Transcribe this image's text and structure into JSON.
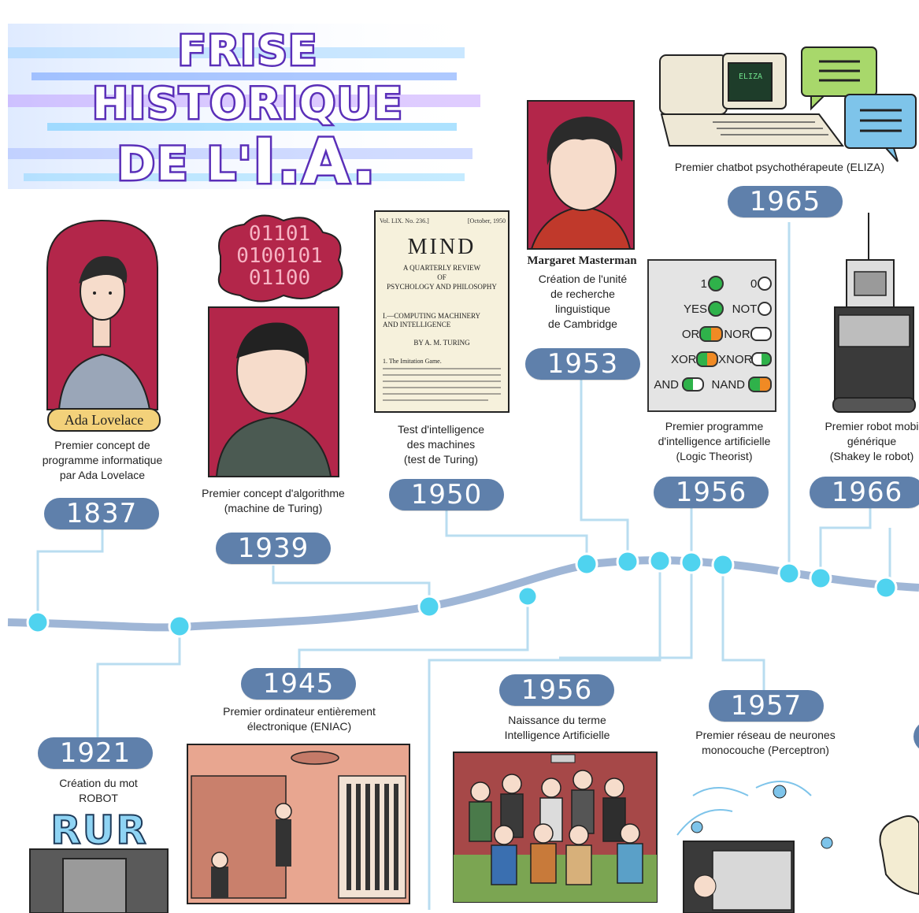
{
  "title": {
    "line1": "FRISE",
    "line2": "HISTORIQUE",
    "line3a": "DE L'",
    "line3b": "I.A."
  },
  "colors": {
    "timeline": "#9fb6d6",
    "node": "#4fd3ef",
    "connector": "#b9ddf0",
    "pill": "#5f80ab",
    "portrait_bg": "#b3264a"
  },
  "events": [
    {
      "year": "1837",
      "caption": "Premier concept de\nprogramme informatique\npar Ada Lovelace",
      "name_tag": "Ada Lovelace"
    },
    {
      "year": "1939",
      "caption": "Premier concept d'algorithme\n(machine de Turing)",
      "binary": [
        "01101",
        "0100101",
        "01100"
      ]
    },
    {
      "year": "1950",
      "caption": "Test d'intelligence\ndes machines\n(test de Turing)",
      "paper": {
        "vol": "Vol. LIX. No. 236.]",
        "date": "[October, 1950",
        "title": "MIND",
        "sub": "A QUARTERLY REVIEW\nOF\nPSYCHOLOGY AND PHILOSOPHY",
        "article": "I.—COMPUTING MACHINERY\nAND INTELLIGENCE",
        "author": "BY A. M. TURING",
        "section": "1. The Imitation Game."
      }
    },
    {
      "year": "1953",
      "person": "Margaret Masterman",
      "caption": "Création de l'unité\nde recherche\nlinguistique\nde Cambridge"
    },
    {
      "year": "1956",
      "caption": "Premier programme\nd'intelligence artificielle\n(Logic Theorist)",
      "logic": [
        [
          "1",
          "0"
        ],
        [
          "YES",
          "NOT"
        ],
        [
          "OR",
          "NOR"
        ],
        [
          "XOR",
          "XNOR"
        ],
        [
          "AND",
          "NAND"
        ]
      ]
    },
    {
      "year": "1965",
      "caption": "Premier chatbot psychothérapeute (ELIZA)",
      "screen_text": "ELIZA"
    },
    {
      "year": "1966",
      "caption": "Premier robot mobi\ngénérique\n(Shakey le robot)"
    },
    {
      "year": "1921",
      "caption": "Création du mot\nROBOT",
      "logo": "RUR"
    },
    {
      "year": "1945",
      "caption": "Premier ordinateur entièrement\nélectronique (ENIAC)"
    },
    {
      "year": "1956",
      "caption": "Naissance du terme\nIntelligence Artificielle"
    },
    {
      "year": "1957",
      "caption": "Premier réseau de neurones\nmonocouche (Perceptron)"
    }
  ]
}
